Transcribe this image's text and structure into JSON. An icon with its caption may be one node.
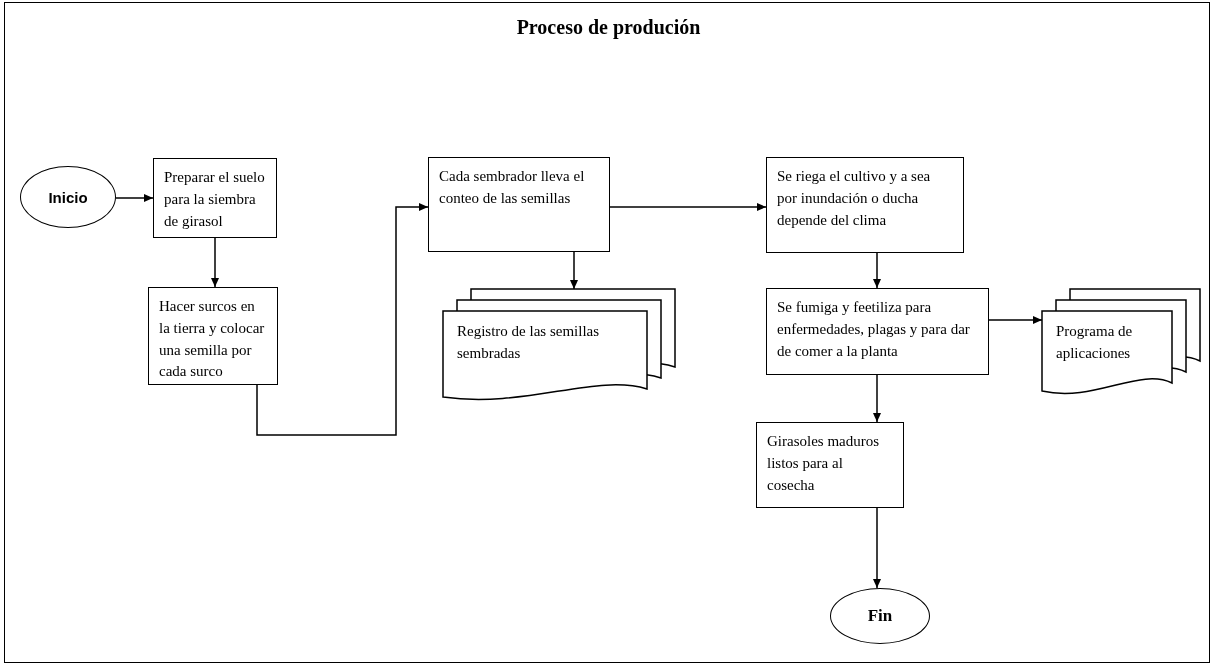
{
  "diagram": {
    "title": "Proceso de produción",
    "nodes": [
      {
        "text": [
          "Inicio"
        ]
      },
      {
        "text": [
          "Preparar el suelo para la siembra de girasol"
        ]
      },
      {
        "text": [
          "Hacer surcos en la tierra y colocar una semilla por cada surco"
        ]
      },
      {
        "text": [
          "Cada sembrador lleva el conteo de las semillas"
        ]
      },
      {
        "text": [
          "Registro de las semillas sembradas"
        ]
      },
      {
        "text": [
          "Se riega el cultivo y a sea por inundación o ducha depende del clima"
        ]
      },
      {
        "text": [
          "Se fumiga y feetiliza para enfermedades, plagas y para dar de comer a la planta"
        ]
      },
      {
        "text": [
          "Programa de aplicaciones"
        ]
      },
      {
        "text": [
          "Girasoles maduros listos para al cosecha"
        ]
      },
      {
        "text": [
          "Fin"
        ]
      }
    ],
    "edges": [
      {
        "from": 0,
        "to": 1,
        "arrow": "to"
      },
      {
        "from": 1,
        "to": 2,
        "arrow": "to"
      },
      {
        "from": 2,
        "to": 3,
        "arrow": "to"
      },
      {
        "from": 3,
        "to": 4,
        "arrow": "to"
      },
      {
        "from": 3,
        "to": 5,
        "arrow": "to"
      },
      {
        "from": 5,
        "to": 6,
        "arrow": "to"
      },
      {
        "from": 6,
        "to": 7,
        "arrow": "to"
      },
      {
        "from": 6,
        "to": 8,
        "arrow": "to"
      },
      {
        "from": 8,
        "to": 9,
        "arrow": "to"
      }
    ]
  }
}
